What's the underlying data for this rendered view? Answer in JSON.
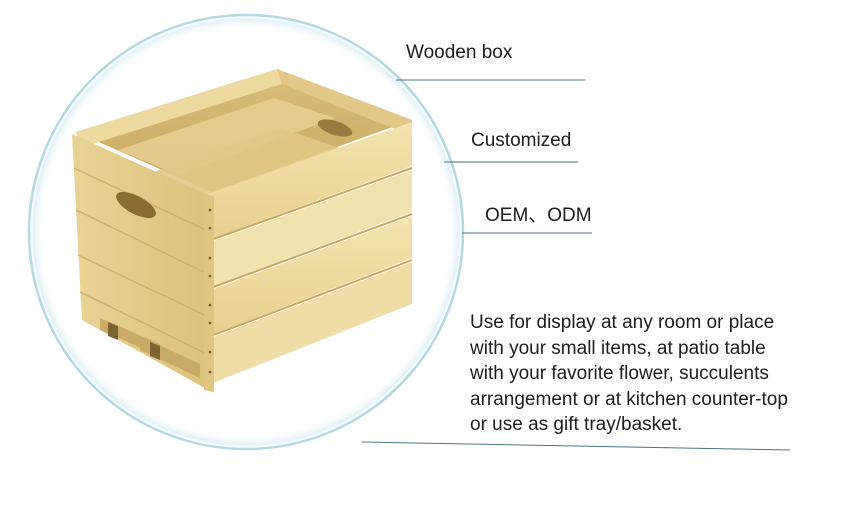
{
  "features": {
    "wooden_box": "Wooden box",
    "customized": "Customized",
    "oem_odm": "OEM、ODM"
  },
  "description": {
    "lines": [
      "Use for display at any room or place",
      "with your small items, at patio table",
      "with your favorite flower, succulents",
      "arrangement or at kitchen counter-top",
      "or use as gift tray/basket."
    ]
  },
  "colors": {
    "circle_ring": "#a9d3dc",
    "leader_line": "#4a7480",
    "wood_light": "#f1dfa8",
    "wood_mid": "#e6cc8a",
    "wood_shadow": "#c9a964"
  }
}
